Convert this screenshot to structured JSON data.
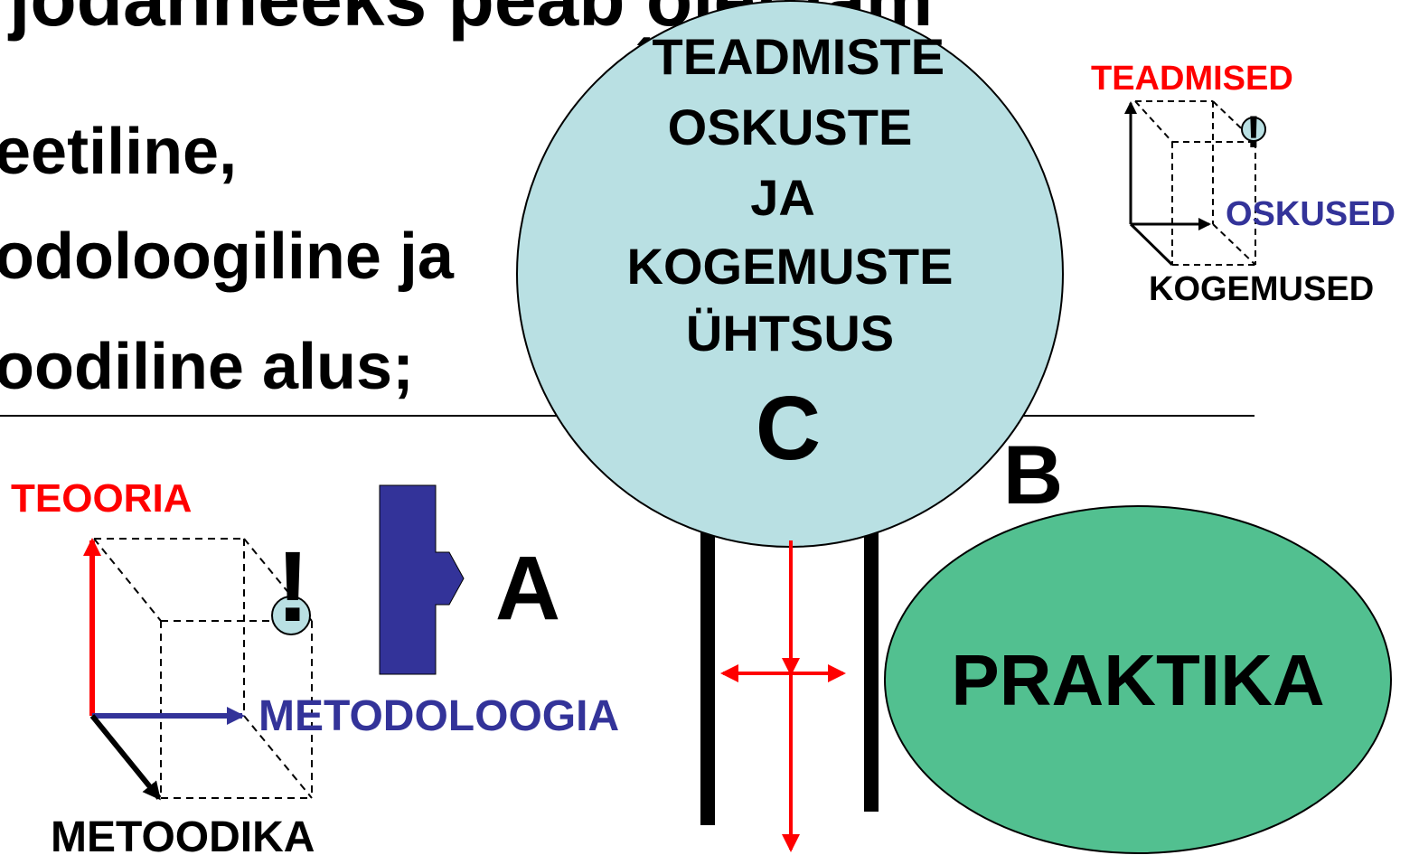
{
  "left_text": {
    "line0": "jodahheeks peab olemam",
    "line1": "eetiline,",
    "line2": "odoloogiline ja",
    "line3": "oodiline alus;"
  },
  "big_circle": {
    "lines": [
      "´TEADMISTE",
      "OSKUSTE",
      "JA",
      "KOGEMUSTE",
      "ÜHTSUS"
    ],
    "letter": "C",
    "fill": "#b9e0e3"
  },
  "top_cube": {
    "teadmised": "TEADMISED",
    "oskused": "OSKUSED",
    "kogemused": "KOGEMUSED",
    "exclamation": "!"
  },
  "bottom_cube": {
    "teooria": "TEOORIA",
    "metodoloogia": "METODOLOOGIA",
    "metoodika": "METOODIKA",
    "exclamation": "!"
  },
  "letters": {
    "a": "A",
    "b": "B"
  },
  "praktika": {
    "label": "PRAKTIKA",
    "fill": "#52c090"
  },
  "colors": {
    "red": "#ff0000",
    "blue": "#333399",
    "black": "#000000",
    "arrow_blue": "#333399"
  }
}
